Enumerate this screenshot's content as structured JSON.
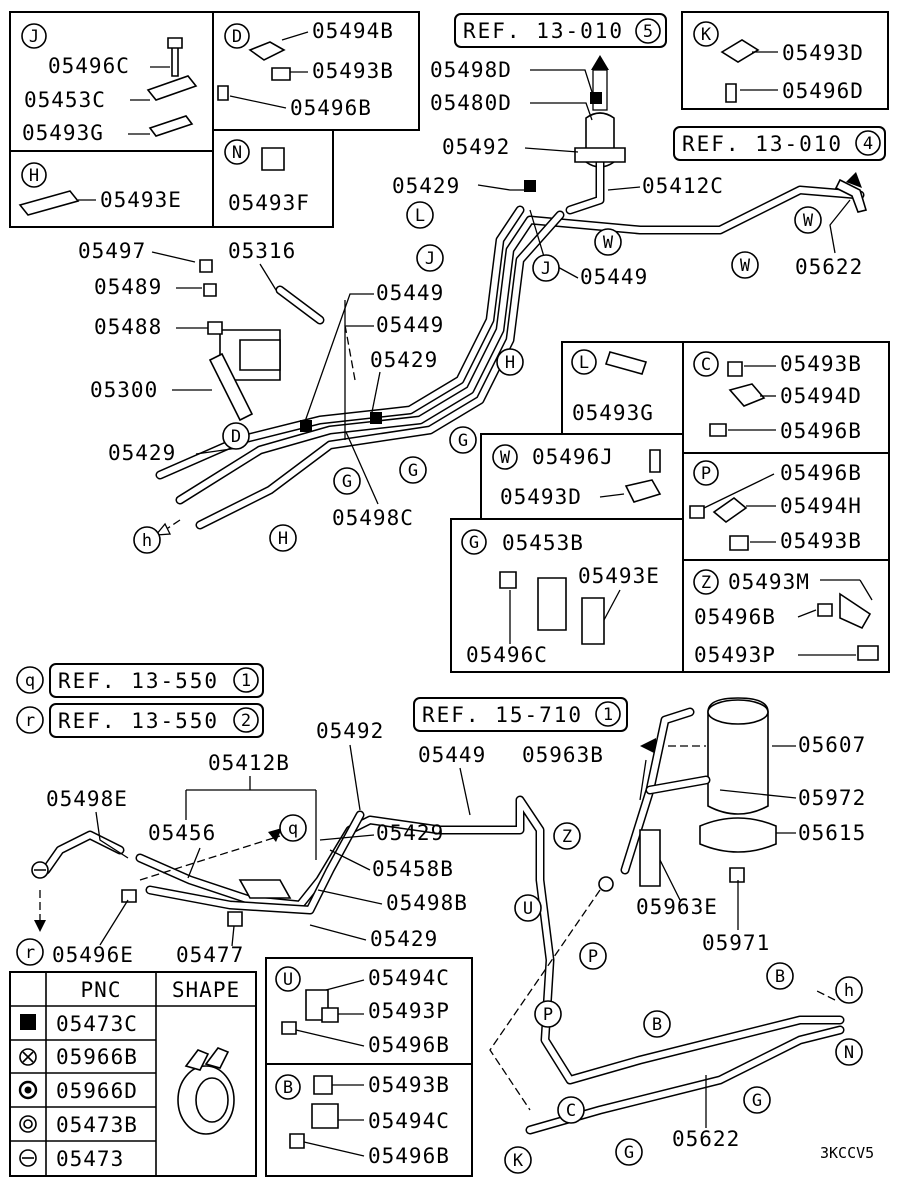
{
  "diagram_code": "3KCCV5",
  "refs": {
    "r13010_5": {
      "text": "REF. 13-010",
      "num": "5"
    },
    "r13010_4": {
      "text": "REF. 13-010",
      "num": "4"
    },
    "r13550_1": {
      "text": "REF. 13-550",
      "num": "1",
      "tag": "q"
    },
    "r13550_2": {
      "text": "REF. 13-550",
      "num": "2",
      "tag": "r"
    },
    "r15710_1": {
      "text": "REF. 15-710",
      "num": "1"
    }
  },
  "boxes": {
    "J": {
      "letter": "J",
      "parts": [
        "05496C",
        "05453C",
        "05493G"
      ]
    },
    "D": {
      "letter": "D",
      "parts": [
        "05494B",
        "05493B",
        "05496B"
      ]
    },
    "H": {
      "letter": "H",
      "parts": [
        "05493E"
      ]
    },
    "N": {
      "letter": "N",
      "parts": [
        "05493F"
      ]
    },
    "K": {
      "letter": "K",
      "parts": [
        "05493D",
        "05496D"
      ]
    },
    "L": {
      "letter": "L",
      "parts": [
        "05493G"
      ]
    },
    "C": {
      "letter": "C",
      "parts": [
        "05493B",
        "05494D",
        "05496B"
      ]
    },
    "W": {
      "letter": "W",
      "parts": [
        "05496J",
        "05493D"
      ]
    },
    "P": {
      "letter": "P",
      "parts": [
        "05496B",
        "05494H",
        "05493B"
      ]
    },
    "G": {
      "letter": "G",
      "parts": [
        "05453B",
        "05493E",
        "05496C"
      ]
    },
    "Z": {
      "letter": "Z",
      "parts": [
        "05493M",
        "05496B",
        "05493P"
      ]
    },
    "U": {
      "letter": "U",
      "parts": [
        "05494C",
        "05493P",
        "05496B"
      ]
    },
    "B": {
      "letter": "B",
      "parts": [
        "05493B",
        "05494C",
        "05496B"
      ]
    }
  },
  "upper_labels": {
    "p05498D": "05498D",
    "p05480D": "05480D",
    "p05492": "05492",
    "p05429a": "05429",
    "p05412C": "05412C",
    "p05449a": "05449",
    "p05622": "05622",
    "p05497": "05497",
    "p05316": "05316",
    "p05489": "05489",
    "p05488": "05488",
    "p05449b": "05449",
    "p05449c": "05449",
    "p05300": "05300",
    "p05429b": "05429",
    "p05429c": "05429",
    "p05498C": "05498C"
  },
  "upper_circles": [
    "L",
    "J",
    "J",
    "W",
    "W",
    "W",
    "H",
    "G",
    "G",
    "D",
    "G",
    "H",
    "h"
  ],
  "lower_labels": {
    "p05492": "05492",
    "p05412B": "05412B",
    "p05498E": "05498E",
    "p05456": "05456",
    "p05449": "05449",
    "p05963B": "05963B",
    "p05607": "05607",
    "p05972": "05972",
    "p05429a": "05429",
    "p05615": "05615",
    "p05458B": "05458B",
    "p05498B": "05498B",
    "p05963E": "05963E",
    "p05429b": "05429",
    "p05496E": "05496E",
    "p05477": "05477",
    "p05971": "05971",
    "p05622": "05622"
  },
  "lower_circles": [
    "q",
    "Z",
    "U",
    "P",
    "P",
    "B",
    "B",
    "h",
    "N",
    "G",
    "C",
    "G",
    "K",
    "r"
  ],
  "legend": {
    "col_pnc": "PNC",
    "col_shape": "SHAPE",
    "rows": [
      {
        "symbol": "filled-square",
        "pnc": "05473C"
      },
      {
        "symbol": "circle-x",
        "pnc": "05966B"
      },
      {
        "symbol": "circle-dot",
        "pnc": "05966D"
      },
      {
        "symbol": "double-circle",
        "pnc": "05473B"
      },
      {
        "symbol": "circle-minus",
        "pnc": "05473"
      }
    ]
  }
}
